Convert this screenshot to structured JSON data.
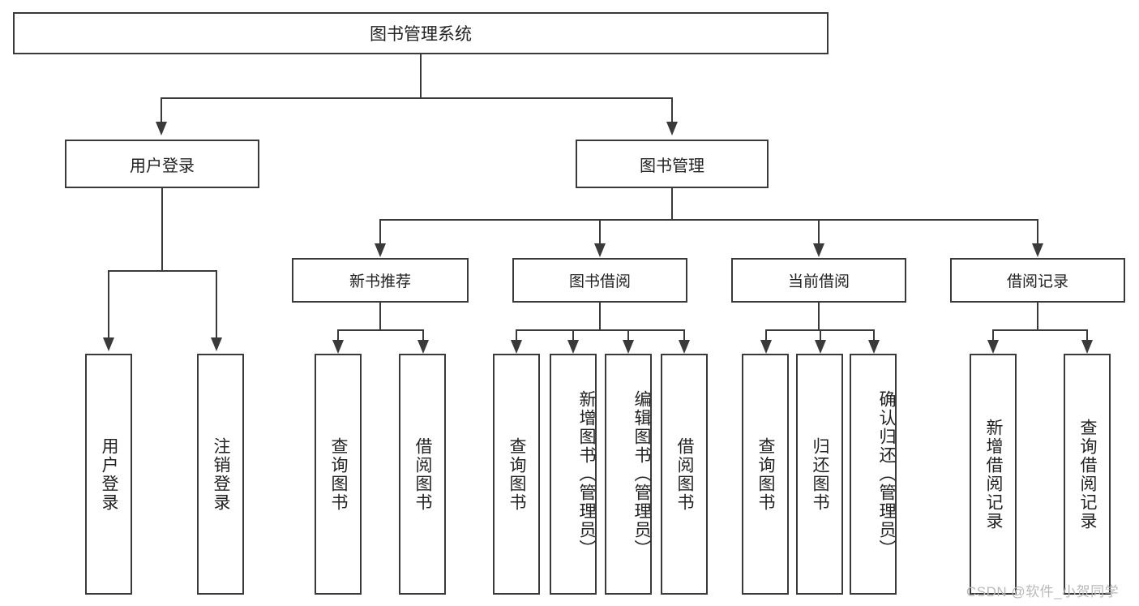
{
  "diagram": {
    "title": "图书管理系统",
    "root": {
      "label": "图书管理系统"
    },
    "level2": [
      {
        "label": "用户登录"
      },
      {
        "label": "图书管理"
      }
    ],
    "level3": [
      {
        "label": "新书推荐"
      },
      {
        "label": "图书借阅"
      },
      {
        "label": "当前借阅"
      },
      {
        "label": "借阅记录"
      }
    ],
    "leaves": {
      "user_login": [
        {
          "label": "用户登录"
        },
        {
          "label": "注销登录"
        }
      ],
      "new_book_recommend": [
        {
          "label": "查询图书"
        },
        {
          "label": "借阅图书"
        }
      ],
      "book_borrow": [
        {
          "label": "查询图书"
        },
        {
          "label": "新增图书（管理员）"
        },
        {
          "label": "编辑图书（管理员）"
        },
        {
          "label": "借阅图书"
        }
      ],
      "current_borrow": [
        {
          "label": "查询图书"
        },
        {
          "label": "归还图书"
        },
        {
          "label": "确认归还（管理员）"
        }
      ],
      "borrow_record": [
        {
          "label": "新增借阅记录"
        },
        {
          "label": "查询借阅记录"
        }
      ]
    }
  },
  "watermark": {
    "text": "CSDN @软件_小贺同学"
  },
  "colors": {
    "stroke": "#3a3a3a",
    "text": "#222222",
    "background": "#ffffff",
    "watermark": "#b9b9b9"
  }
}
